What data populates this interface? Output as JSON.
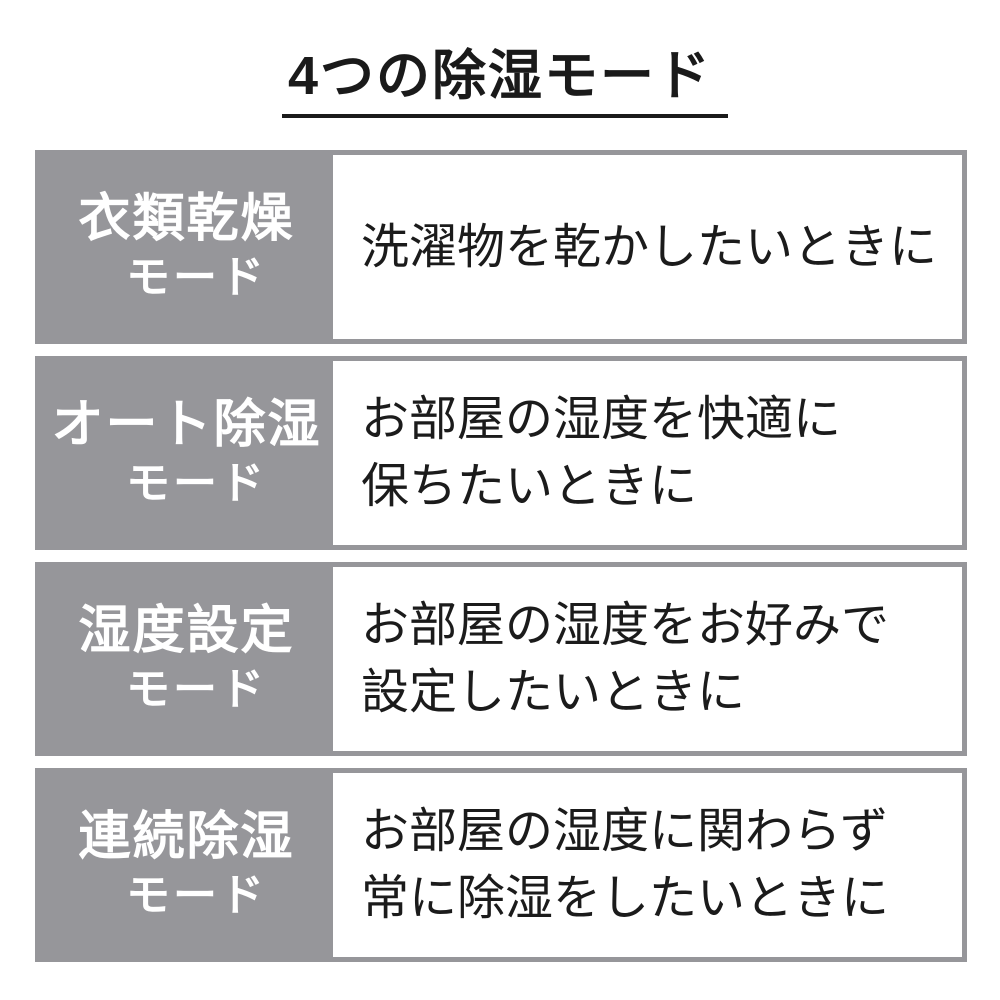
{
  "title": {
    "text": "4つの除湿モード"
  },
  "colors": {
    "background": "#ffffff",
    "label_bg": "#96969a",
    "row_border": "#96969a",
    "label_text": "#ffffff",
    "body_text": "#1b1b1b",
    "title_text": "#1a1a1a"
  },
  "modes": [
    {
      "name": "衣類乾燥",
      "suffix": "モード",
      "description_lines": [
        "洗濯物を乾かしたいときに",
        ""
      ]
    },
    {
      "name": "オート除湿",
      "suffix": "モード",
      "description_lines": [
        "お部屋の湿度を快適に",
        "保ちたいときに"
      ]
    },
    {
      "name": "湿度設定",
      "suffix": "モード",
      "description_lines": [
        "お部屋の湿度をお好みで",
        "設定したいときに"
      ]
    },
    {
      "name": "連続除湿",
      "suffix": "モード",
      "description_lines": [
        "お部屋の湿度に関わらず",
        "常に除湿をしたいときに"
      ]
    }
  ]
}
